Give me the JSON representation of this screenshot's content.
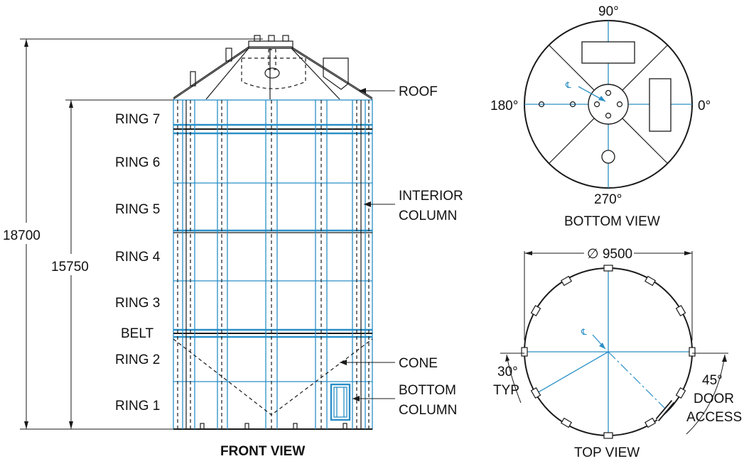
{
  "front_view": {
    "title": "FRONT VIEW",
    "overall_height": "18700",
    "shell_height": "15750",
    "rings": [
      "RING 7",
      "RING 6",
      "RING 5",
      "RING 4",
      "RING 3",
      "BELT",
      "RING 2",
      "RING 1"
    ],
    "callouts": {
      "roof": "ROOF",
      "interior_column_line1": "INTERIOR",
      "interior_column_line2": "COLUMN",
      "cone": "CONE",
      "bottom_column_line1": "BOTTOM",
      "bottom_column_line2": "COLUMN"
    }
  },
  "bottom_view": {
    "title": "BOTTOM VIEW",
    "angle_top": "90°",
    "angle_left": "180°",
    "angle_right": "0°",
    "angle_bottom": "270°",
    "centerline": "℄"
  },
  "top_view": {
    "title": "TOP VIEW",
    "diameter": "∅ 9500",
    "centerline": "℄",
    "typ_angle_line1": "30°",
    "typ_angle_line2": "TYP",
    "door_angle": "45°",
    "door_line1": "DOOR",
    "door_line2": "ACCESS"
  },
  "colors": {
    "line": "#1a1a1a",
    "blue": "#2a8fc7"
  }
}
